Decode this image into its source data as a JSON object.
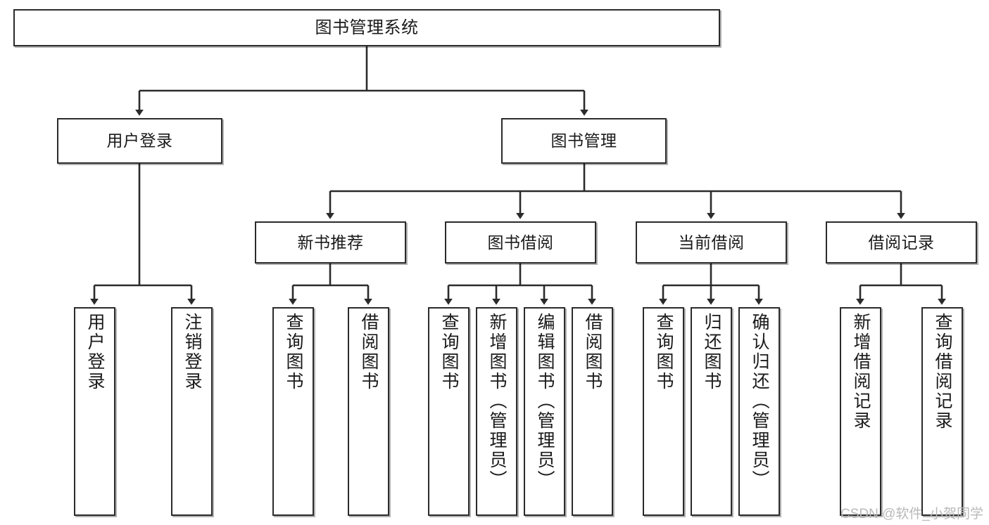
{
  "diagram": {
    "type": "tree",
    "title": "图书管理系统",
    "watermark": "CSDN @软件_小贺同学",
    "colors": {
      "box_border": "#2b2b2b",
      "box_fill": "#ffffff",
      "edge": "#2b2b2b",
      "text": "#1a1a1a",
      "watermark": "#b9b9b9"
    },
    "nodes": {
      "root": {
        "label": "图书管理系统"
      },
      "level2": [
        {
          "label": "用户登录"
        },
        {
          "label": "图书管理"
        }
      ],
      "level3": [
        {
          "label": "新书推荐"
        },
        {
          "label": "图书借阅"
        },
        {
          "label": "当前借阅"
        },
        {
          "label": "借阅记录"
        }
      ],
      "leaves": {
        "user_login": [
          {
            "label": "用户登录"
          },
          {
            "label": "注销登录"
          }
        ],
        "new_book_recommend": [
          {
            "label": "查询图书"
          },
          {
            "label": "借阅图书"
          }
        ],
        "book_borrow": [
          {
            "label": "查询图书"
          },
          {
            "label": "新增图书（管理员）"
          },
          {
            "label": "编辑图书（管理员）"
          },
          {
            "label": "借阅图书"
          }
        ],
        "current_borrow": [
          {
            "label": "查询图书"
          },
          {
            "label": "归还图书"
          },
          {
            "label": "确认归还（管理员）"
          }
        ],
        "borrow_record": [
          {
            "label": "新增借阅记录"
          },
          {
            "label": "查询借阅记录"
          }
        ]
      }
    }
  }
}
